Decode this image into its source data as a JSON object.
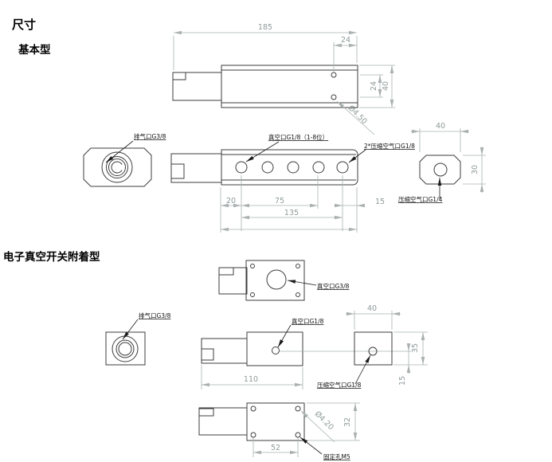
{
  "titles": {
    "dims": "尺寸",
    "basic": "基本型",
    "switch_type": "电子真空开关附着型"
  },
  "basic": {
    "top": {
      "length": "185",
      "hole_offset": "24",
      "hole_pitch": "24",
      "height": "40",
      "hole_dia": "Ø4.50"
    },
    "side": {
      "exhaust_label": "排气口G3/8",
      "vacuum_label": "真空口G1/8（1-8位）",
      "air2_label": "2*压缩空气口G1/8",
      "dim_20": "20",
      "dim_75": "75",
      "dim_15": "15",
      "dim_135": "135"
    },
    "end": {
      "width": "40",
      "height": "30",
      "air_label": "压缩空气口G1/4"
    }
  },
  "switch": {
    "top": {
      "vacuum_label": "真空口G3/8"
    },
    "side": {
      "exhaust_label": "排气口G3/8",
      "vacuum_label": "真空口G1/8",
      "length": "110"
    },
    "end": {
      "width": "40",
      "height": "35",
      "dim_15": "15",
      "air_label": "压缩空气口G1/8"
    },
    "bottom": {
      "hole_dia": "Ø4.20",
      "dim_32": "32",
      "dim_52": "52",
      "fix_label": "固定孔M5"
    }
  }
}
